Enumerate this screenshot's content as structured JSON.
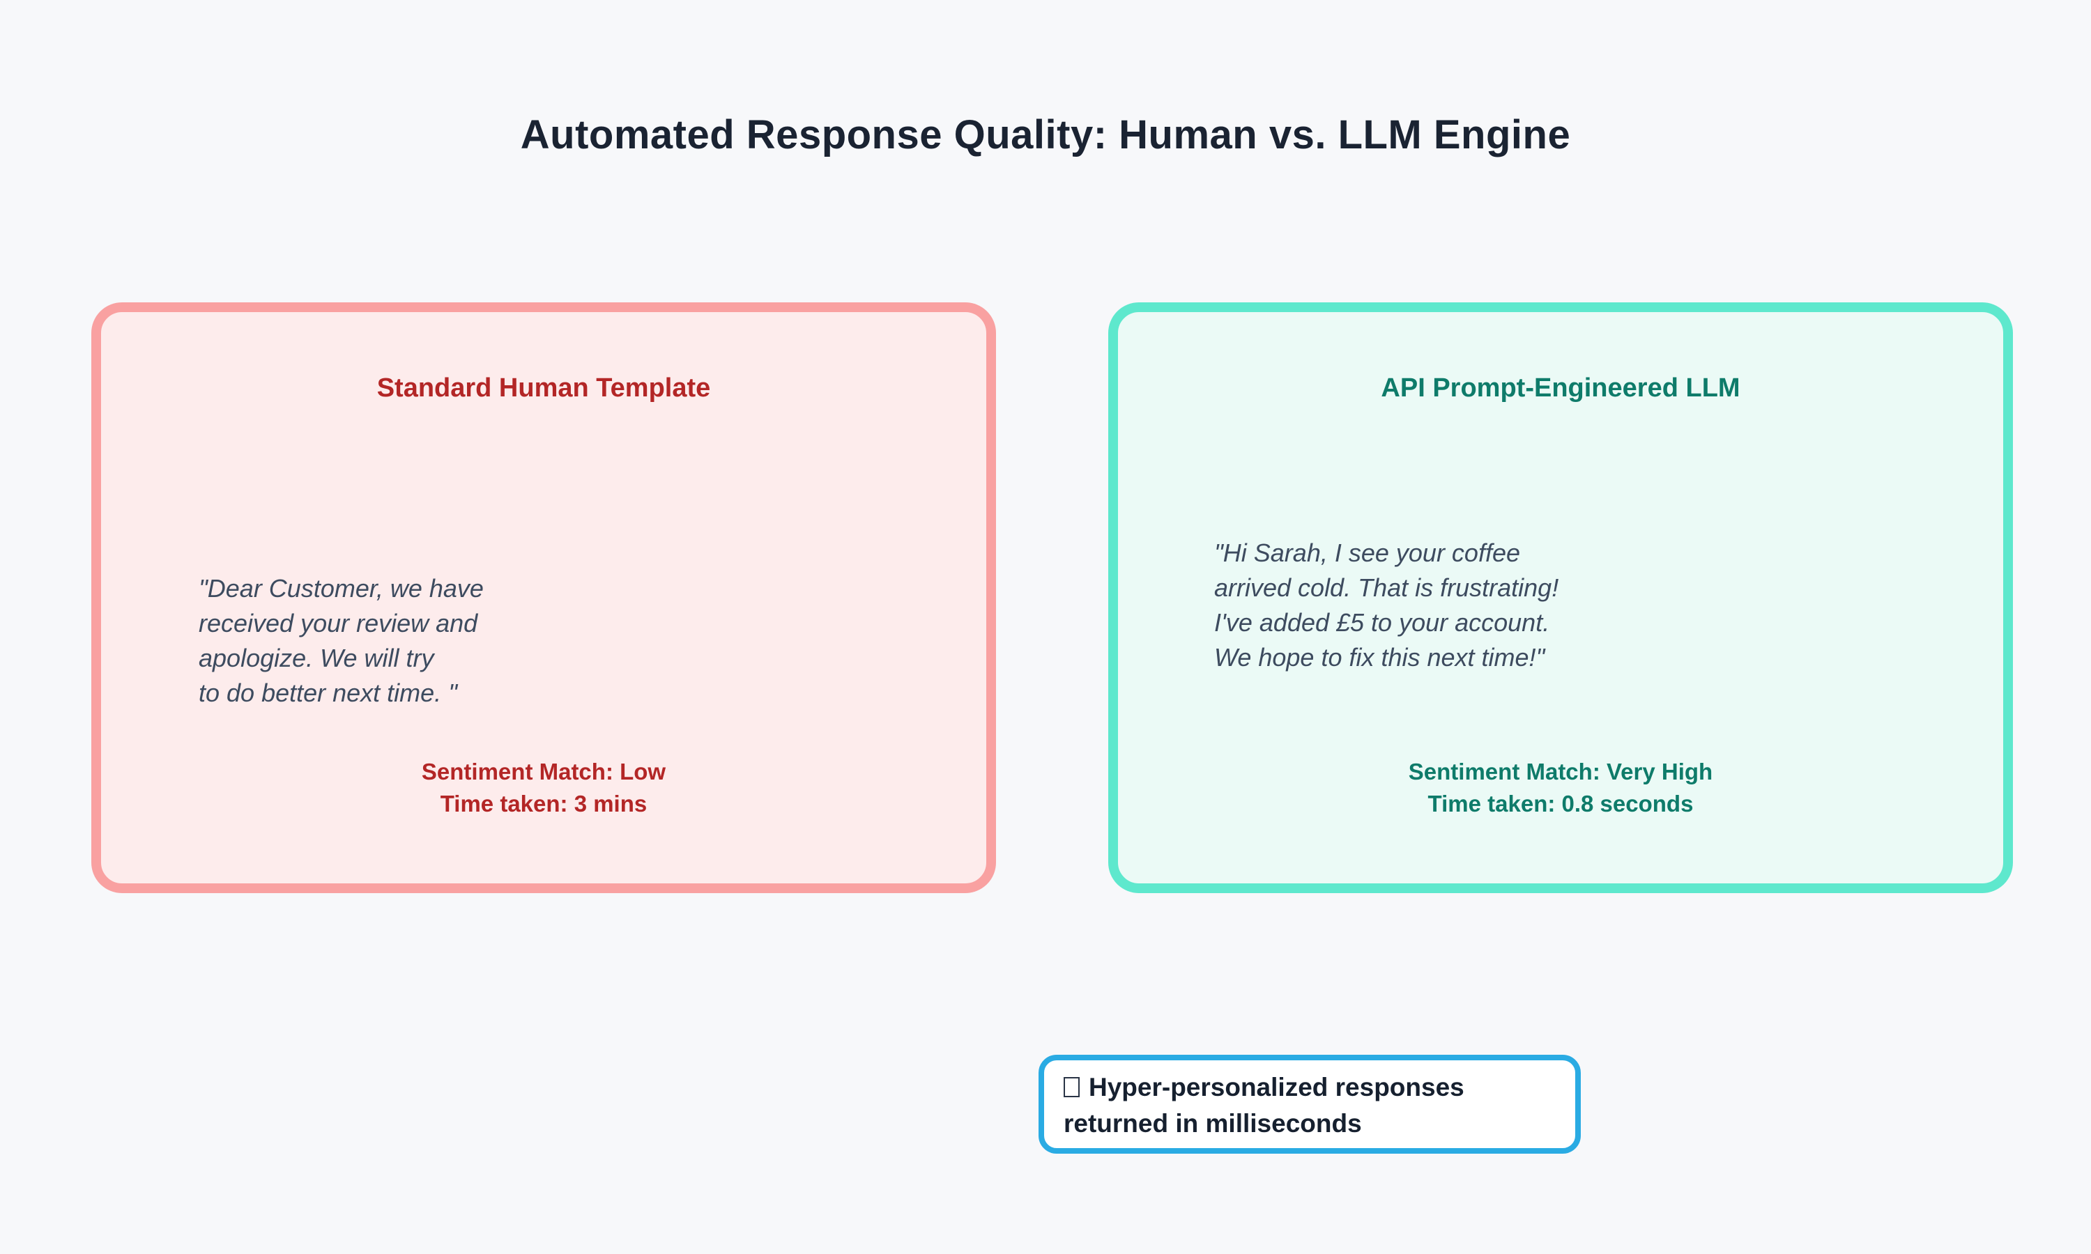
{
  "page": {
    "title": "Automated Response Quality: Human vs. LLM Engine",
    "background_color": "#f7f8fa",
    "title_color": "#1a2332"
  },
  "cards": [
    {
      "id": "human-template",
      "title": "Standard Human Template",
      "quote": "\"Dear Customer, we have\nreceived your review and\napologize. We will try\nto do better next time. \"",
      "sentiment_line": "Sentiment Match: Low",
      "time_line": "Time taken: 3 mins",
      "colors": {
        "background": "#fdecec",
        "border": "#f9a1a1",
        "accent": "#b32626"
      }
    },
    {
      "id": "llm-engine",
      "title": "API Prompt-Engineered LLM",
      "quote": "\"Hi Sarah, I see your coffee\narrived cold. That is frustrating!\nI've added £5 to your account.\nWe hope to fix this next time!\"",
      "sentiment_line": "Sentiment Match: Very High",
      "time_line": "Time taken: 0.8 seconds",
      "colors": {
        "background": "#ebfaf6",
        "border": "#5ee8cd",
        "accent": "#0e7b6a"
      }
    }
  ],
  "callout": {
    "icon": "missing-glyph-box",
    "text": "Hyper-personalized responses\nreturned in milliseconds",
    "colors": {
      "border": "#2aabe3",
      "background": "#ffffff",
      "text": "#16202f"
    }
  },
  "quote_text_color": "#3d4b5f"
}
